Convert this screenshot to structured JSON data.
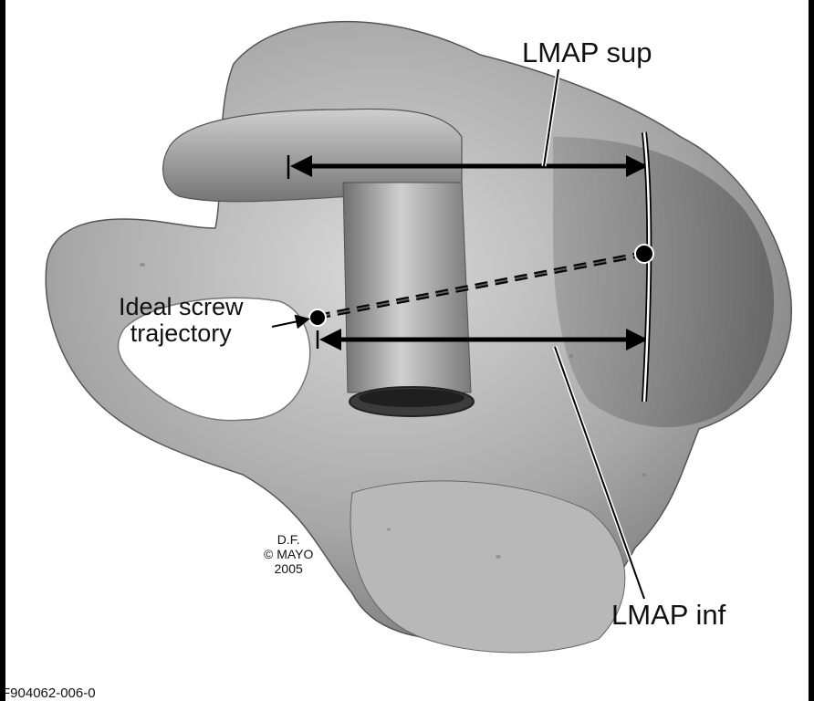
{
  "labels": {
    "lmap_sup": "LMAP sup",
    "lmap_inf": "LMAP inf",
    "ideal_line1": "Ideal screw",
    "ideal_line2": "trajectory"
  },
  "credit": {
    "line1": "D.F.",
    "line2": "© MAYO",
    "line3": "2005"
  },
  "figure_id": "F904062-006-0"
}
